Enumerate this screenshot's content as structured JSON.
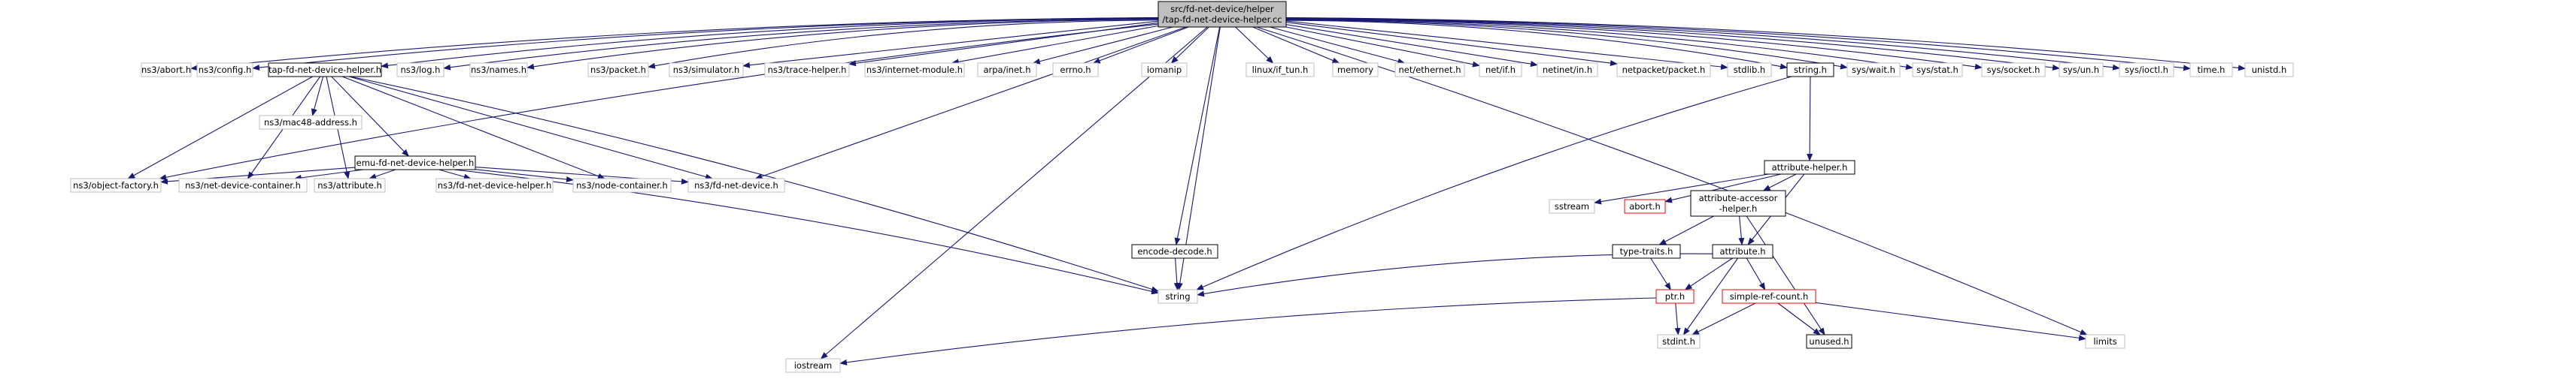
{
  "diagram": {
    "type": "include-dependency-graph",
    "colors": {
      "edge": "#191970",
      "root_fill": "#bfbfbf",
      "documented_border": "#000000",
      "external_border": "#bfbfbf",
      "truncated_border": "#ff0000"
    },
    "nodes": {
      "root": "src/fd-net-device/helper\n/tap-fd-net-device-helper.cc",
      "ns3_abort": "ns3/abort.h",
      "ns3_config": "ns3/config.h",
      "tap_helper": "tap-fd-net-device-helper.h",
      "ns3_log": "ns3/log.h",
      "ns3_names": "ns3/names.h",
      "ns3_packet": "ns3/packet.h",
      "ns3_simulator": "ns3/simulator.h",
      "ns3_trace_helper": "ns3/trace-helper.h",
      "ns3_internet_module": "ns3/internet-module.h",
      "arpa_inet": "arpa/inet.h",
      "errno": "errno.h",
      "iomanip": "iomanip",
      "linux_if_tun": "linux/if_tun.h",
      "memory": "memory",
      "net_ethernet": "net/ethernet.h",
      "net_if": "net/if.h",
      "netinet_in": "netinet/in.h",
      "netpacket_packet": "netpacket/packet.h",
      "stdlib": "stdlib.h",
      "string_h": "string.h",
      "sys_wait": "sys/wait.h",
      "sys_stat": "sys/stat.h",
      "sys_socket": "sys/socket.h",
      "sys_un": "sys/un.h",
      "sys_ioctl": "sys/ioctl.h",
      "time_h": "time.h",
      "unistd": "unistd.h",
      "ns3_mac48": "ns3/mac48-address.h",
      "emu_helper": "emu-fd-net-device-helper.h",
      "ns3_object_factory": "ns3/object-factory.h",
      "ns3_net_device_container": "ns3/net-device-container.h",
      "ns3_attribute": "ns3/attribute.h",
      "ns3_fd_helper": "ns3/fd-net-device-helper.h",
      "ns3_node_container": "ns3/node-container.h",
      "ns3_fd_device": "ns3/fd-net-device.h",
      "attribute_helper": "attribute-helper.h",
      "sstream": "sstream",
      "abort_h": "abort.h",
      "attribute_accessor_helper": "attribute-accessor\n-helper.h",
      "type_traits": "type-traits.h",
      "attribute_h": "attribute.h",
      "encode_decode": "encode-decode.h",
      "string": "string",
      "ptr": "ptr.h",
      "simple_ref_count": "simple-ref-count.h",
      "stdint": "stdint.h",
      "unused": "unused.h",
      "iostream": "iostream",
      "limits": "limits"
    }
  }
}
